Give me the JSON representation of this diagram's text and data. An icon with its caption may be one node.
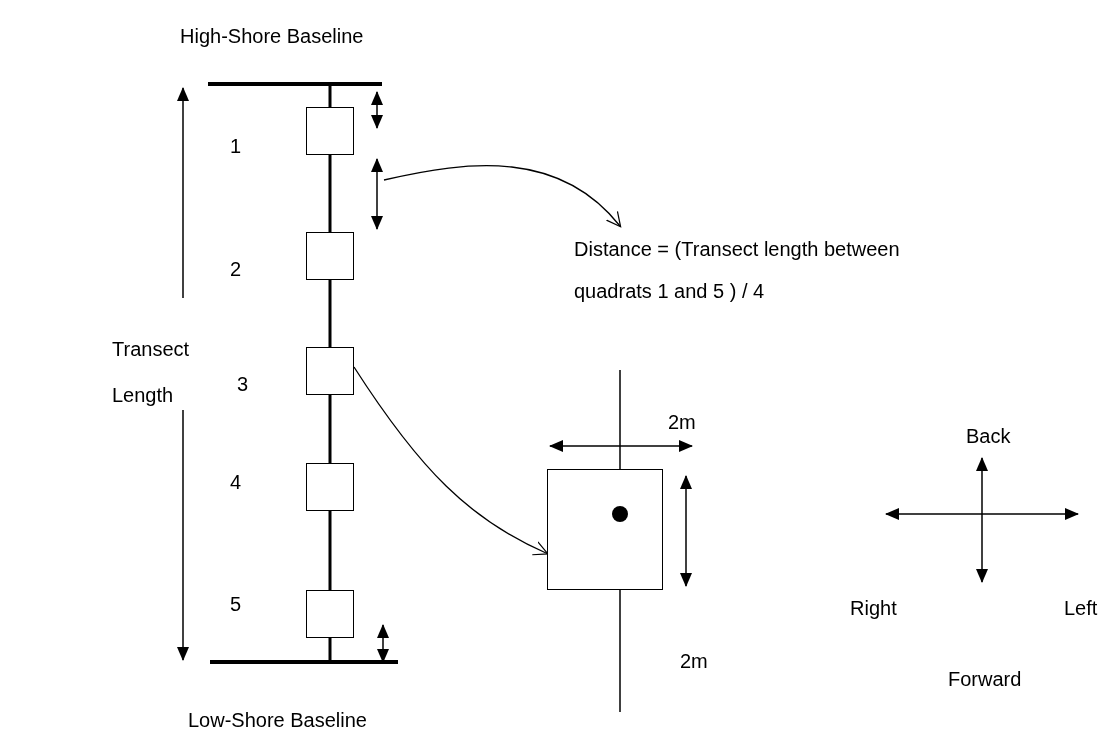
{
  "diagram": {
    "nodes": [
      {
        "text": [],
        "shape": "box",
        "beside": [
          "1"
        ]
      },
      {
        "text": [],
        "shape": "box",
        "beside": [
          "2"
        ]
      },
      {
        "text": [],
        "shape": "box",
        "beside": [
          "3"
        ]
      },
      {
        "text": [],
        "shape": "box",
        "beside": [
          "4"
        ]
      },
      {
        "text": [],
        "shape": "box",
        "beside": [
          "5"
        ]
      },
      {
        "text": [
          "Distance = (Transect length between quadrats 1 and 5 ) / 4"
        ]
      },
      {
        "text": [],
        "shape": "box"
      }
    ],
    "edges": [
      {
        "from": null,
        "to": 5,
        "arrow": "to"
      },
      {
        "from": 2,
        "to": 6,
        "arrow": "to"
      }
    ],
    "labels": [
      "High-Shore Baseline",
      "Transect Length",
      "2m",
      "Back",
      "Right",
      "Left",
      "2m",
      "Forward",
      "Low-Shore Baseline"
    ]
  }
}
